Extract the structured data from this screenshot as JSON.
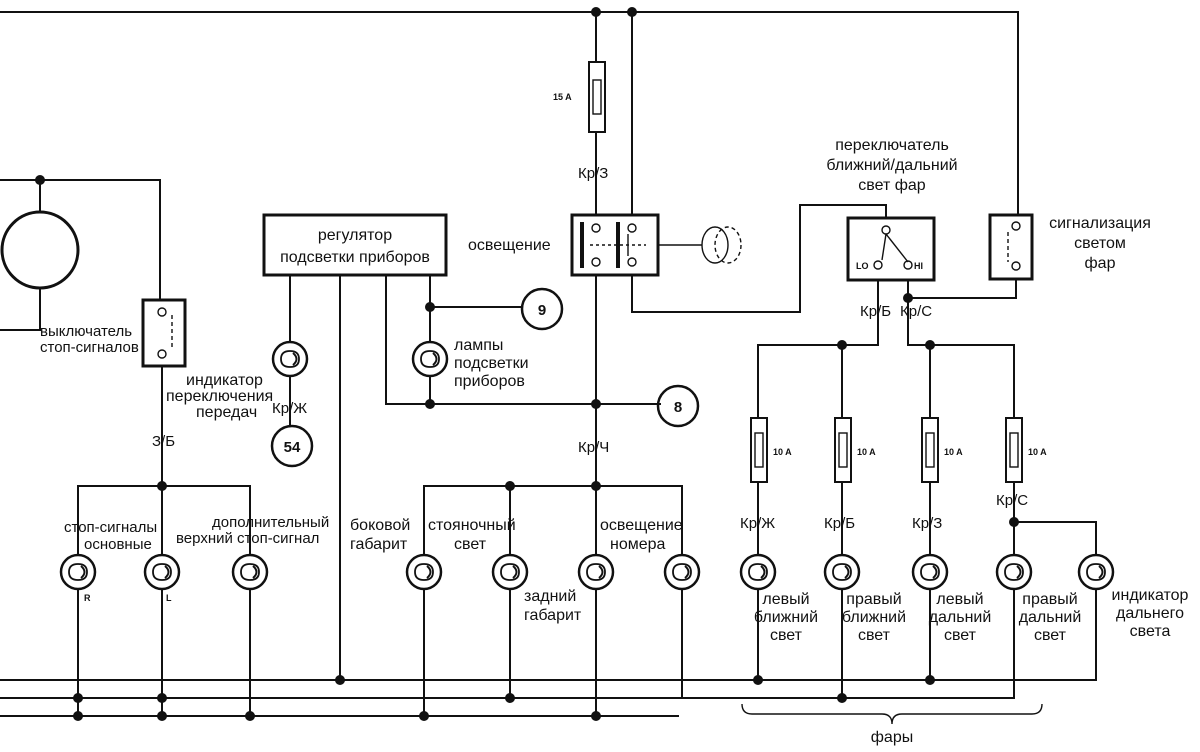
{
  "labels": {
    "brake_switch": [
      "выключатель",
      "стоп-сигналов"
    ],
    "brake_lights_main": [
      "стоп-сигналы",
      "основные"
    ],
    "brake_light_extra": [
      "дополнительный",
      "верхний стоп-сигнал"
    ],
    "gear_indicator": [
      "индикатор",
      "переключения",
      "передач"
    ],
    "dimmer": [
      "регулятор",
      "подсветки приборов"
    ],
    "instrument_lamps": [
      "лампы",
      "подсветки",
      "приборов"
    ],
    "lighting_switch": "освещение",
    "dip_switch": [
      "переключатель",
      "ближний/дальний",
      "свет фар"
    ],
    "flash_switch": [
      "сигнализация",
      "светом",
      "фар"
    ],
    "side_marker": [
      "боковой",
      "габарит"
    ],
    "parking_light": [
      "стояночный",
      "свет"
    ],
    "rear_marker": [
      "задний",
      "габарит"
    ],
    "plate_light": [
      "освещение",
      "номера"
    ],
    "left_low": [
      "левый",
      "ближний",
      "свет"
    ],
    "right_low": [
      "правый",
      "ближний",
      "свет"
    ],
    "left_high": [
      "левый",
      "дальний",
      "свет"
    ],
    "right_high": [
      "правый",
      "дальний",
      "свет"
    ],
    "high_indicator": [
      "индикатор",
      "дальнего",
      "света"
    ],
    "headlights_group": "фары"
  },
  "wires": {
    "zb": "З/Б",
    "krz_top": "Кр/З",
    "krzh_ind": "Кр/Ж",
    "krch": "Кр/Ч",
    "krb_sw": "Кр/Б",
    "krs_sw": "Кр/С",
    "krzh_f": "Кр/Ж",
    "krb_f": "Кр/Б",
    "krz_f": "Кр/З",
    "krs_f": "Кр/С"
  },
  "fuses": {
    "main": "15 A",
    "f1": "10 A",
    "f2": "10 A",
    "f3": "10 A",
    "f4": "10 A"
  },
  "connectors": {
    "c9": "9",
    "c8": "8",
    "c54": "54"
  },
  "terminals": {
    "lo": "LO",
    "hi": "HI",
    "r": "R",
    "l": "L"
  }
}
